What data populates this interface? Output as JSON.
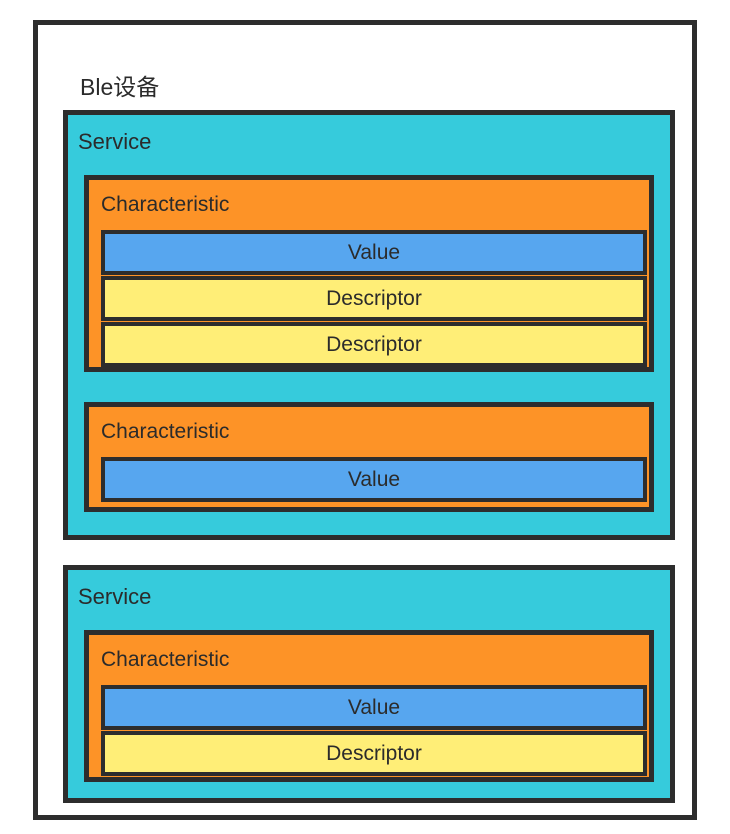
{
  "diagram": {
    "type": "nested-block-diagram",
    "title": "Ble设备",
    "background_color": "#ffffff",
    "border_color": "#2d2d2d",
    "palette": {
      "device": "#ffffff",
      "service": "#36cbdc",
      "characteristic": "#fd9327",
      "value": "#57a6ef",
      "descriptor": "#ffee77",
      "text": "#2b2b2b"
    },
    "services": [
      {
        "label": "Service",
        "characteristics": [
          {
            "label": "Characteristic",
            "attributes": [
              {
                "label": "Value",
                "kind": "value"
              },
              {
                "label": "Descriptor",
                "kind": "descriptor"
              },
              {
                "label": "Descriptor",
                "kind": "descriptor"
              }
            ]
          },
          {
            "label": "Characteristic",
            "attributes": [
              {
                "label": "Value",
                "kind": "value"
              }
            ]
          }
        ]
      },
      {
        "label": "Service",
        "characteristics": [
          {
            "label": "Characteristic",
            "attributes": [
              {
                "label": "Value",
                "kind": "value"
              },
              {
                "label": "Descriptor",
                "kind": "descriptor"
              }
            ]
          }
        ]
      }
    ]
  }
}
